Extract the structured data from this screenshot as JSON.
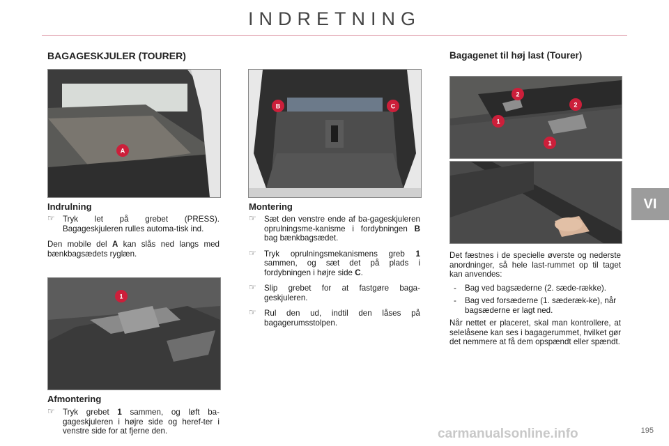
{
  "header": {
    "title": "INDRETNING",
    "chapter": "VI",
    "page_number": "195"
  },
  "left": {
    "heading": "BAGAGESKJULER (TOURER)",
    "photo1_label": "A",
    "indrulning": {
      "heading": "Indrulning",
      "bullet": "Tryk let på grebet (PRESS). Bagageskjuleren rulles automa-tisk ind.",
      "para_pre": "Den mobile del ",
      "para_bold": "A",
      "para_post": " kan slås ned langs med bænkbagsædets ryglæn."
    },
    "photo2_label": "1",
    "afmontering": {
      "heading": "Afmontering",
      "bullet_pre": "Tryk grebet ",
      "bullet_bold": "1",
      "bullet_post": " sammen, og løft ba-gageskjuleren i højre side og heref-ter i venstre side for at fjerne den."
    }
  },
  "middle": {
    "photo_labels": [
      "B",
      "C"
    ],
    "montering": {
      "heading": "Montering",
      "b1_pre": "Sæt den venstre ende af ba-gageskjuleren oprulningsme-kanisme i fordybningen ",
      "b1_bold": "B",
      "b1_post": " bag bænkbagsædet.",
      "b2_pre": "Tryk oprulningsmekanismens greb ",
      "b2_bold": "1",
      "b2_mid": " sammen, og sæt det på plads i fordybningen i højre side ",
      "b2_bold2": "C",
      "b2_post": ".",
      "b3": "Slip grebet for at fastgøre baga-geskjuleren.",
      "b4": "Rul den ud, indtil den låses på bagagerumsstolpen."
    }
  },
  "right": {
    "heading": "Bagagenet til høj last (Tourer)",
    "photo_labels": [
      "2",
      "2",
      "1",
      "1"
    ],
    "intro": "Det fæstnes i de specielle øverste og nederste anordninger, så hele last-rummet op til taget kan anvendes:",
    "dash1": "Bag ved bagsæderne (2. sæde-række).",
    "dash2": "Bag ved forsæderne (1. sæderæk-ke), når bagsæderne er lagt ned.",
    "outro": "Når nettet er placeret, skal man kontrollere, at selelåsene kan ses i bagagerummet, hvilket gør det nemmere at få dem opspændt eller spændt."
  },
  "watermark": "carmanualsonline.info",
  "colors": {
    "callout": "#cc1f3a",
    "title_rule": "#d98a9a",
    "chapter_tab": "#9c9c9c"
  }
}
